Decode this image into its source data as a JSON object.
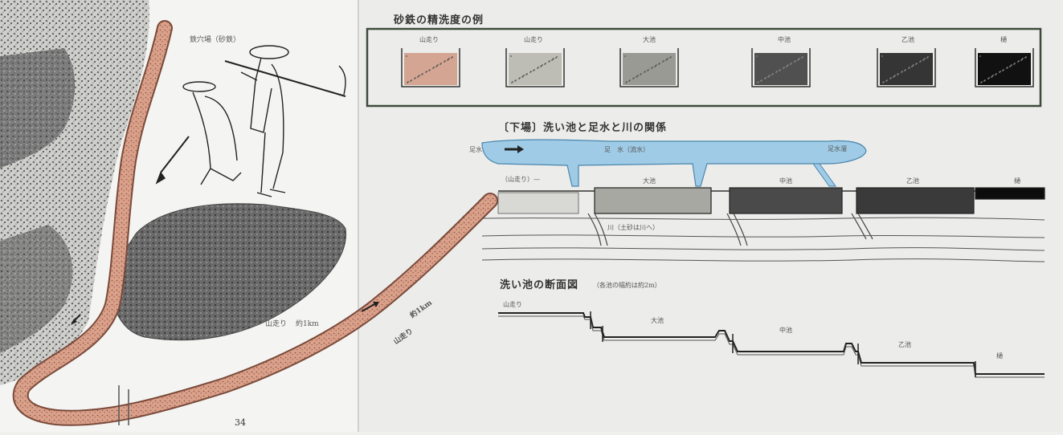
{
  "left_page": {
    "mine_label": "鉄穴場（砂鉄）",
    "channel_label": "山走り",
    "channel_note": "約1km",
    "channel_label_2": "山走り",
    "channel_note_2": "約1km",
    "page_number": "34",
    "colors": {
      "channel": "#d79a80",
      "channel_edge": "#7a4a3a",
      "rock": "#8e8e8e"
    },
    "icons": [
      "flow-arrow-icon",
      "worker-figure-icon"
    ]
  },
  "sample_box": {
    "title": "砂鉄の精洗度の例",
    "samples": [
      {
        "label": "山走り",
        "shade": "#d4a592"
      },
      {
        "label": "山走り",
        "shade": "#bdbdb5"
      },
      {
        "label": "大池",
        "shade": "#9a9a94"
      },
      {
        "label": "中池",
        "shade": "#505050"
      },
      {
        "label": "乙池",
        "shade": "#353535"
      },
      {
        "label": "樋",
        "shade": "#111111"
      }
    ]
  },
  "flow_diagram": {
    "title": "〔下場〕洗い池と足水と川の関係",
    "water_intake_label": "足水",
    "water_main_label": "足　水（流水）",
    "water_end_label": "足水溜",
    "channel_label": "（山走り）—",
    "river_note": "川（土砂は川へ）",
    "ponds": [
      {
        "label": "大池",
        "shade": "#a8a8a2"
      },
      {
        "label": "中池",
        "shade": "#4a4a4a"
      },
      {
        "label": "乙池",
        "shade": "#3a3a3a"
      },
      {
        "label": "樋",
        "shade": "#0d0d0d"
      }
    ],
    "colors": {
      "water": "#9fcbe6",
      "water_edge": "#4a86ad"
    }
  },
  "cross_section": {
    "title": "洗い池の断面図",
    "subtitle": "（各池の幅約は約2m）",
    "channel_label": "山走り",
    "ponds": [
      "大池",
      "中池",
      "乙池",
      "樋"
    ]
  }
}
